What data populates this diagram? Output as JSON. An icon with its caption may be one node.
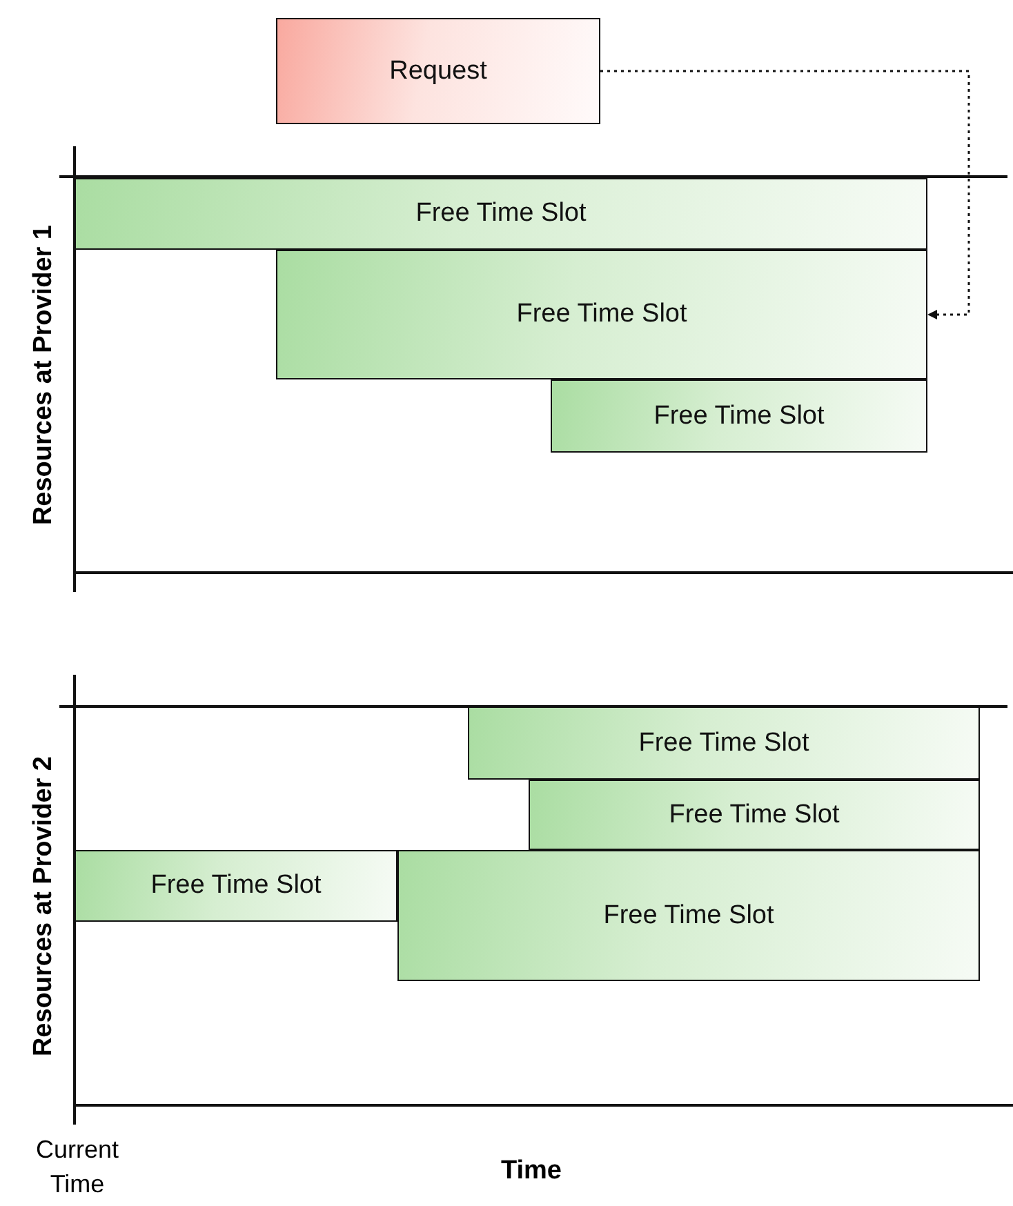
{
  "diagram": {
    "nodes": [
      {
        "text": [
          "Request"
        ]
      },
      {
        "text": [
          "Free Time Slot"
        ]
      },
      {
        "text": [
          "Free Time Slot"
        ]
      },
      {
        "text": [
          "Free Time Slot"
        ]
      },
      {
        "text": [
          "Free Time Slot"
        ]
      },
      {
        "text": [
          "Free Time Slot"
        ]
      },
      {
        "text": [
          "Free Time Slot"
        ]
      },
      {
        "text": [
          "Free Time Slot"
        ]
      }
    ],
    "edges": [
      {
        "from": 0,
        "to": 2,
        "arrow": "to",
        "style": "dashed"
      }
    ],
    "labels": [
      "Resources at Provider 1",
      "Resources at Provider 2",
      "Current Time",
      "Time"
    ]
  }
}
